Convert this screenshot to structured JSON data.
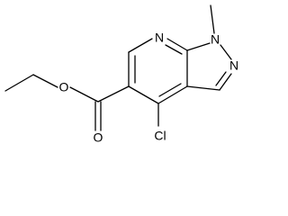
{
  "molecule": {
    "atoms": {
      "ring_nitrogen": "N",
      "methyl_nitrogen": "N",
      "pyrazole_nitrogen": "N",
      "ester_carbonyl_oxygen": "O",
      "ester_ether_oxygen": "O",
      "chlorine": "Cl"
    }
  }
}
